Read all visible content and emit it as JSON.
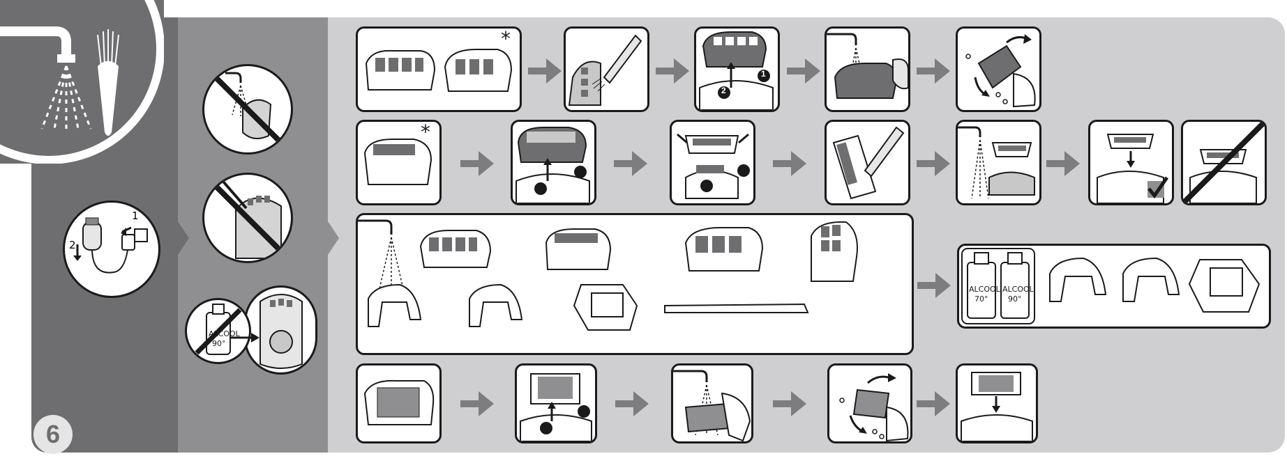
{
  "step_number": "6",
  "asterisk": "*",
  "plug_steps": [
    "1",
    "2"
  ],
  "remove_steps": [
    "1",
    "2"
  ],
  "alcohol": {
    "word": "ALCOOL",
    "degree_70": "70°",
    "degree_90": "90°"
  },
  "colors": {
    "dark_column": "#6e6e70",
    "mid_column": "#8f8f91",
    "light_area": "#cfcfd1",
    "arrow": "#7d7d7f",
    "outline": "#1a1a1a"
  },
  "icons": {
    "header": [
      "water-tap-icon",
      "cleaning-brush-icon"
    ],
    "prohibitions": [
      "no-water-icon",
      "no-sharp-tool-icon",
      "no-alcohol-icon"
    ]
  }
}
